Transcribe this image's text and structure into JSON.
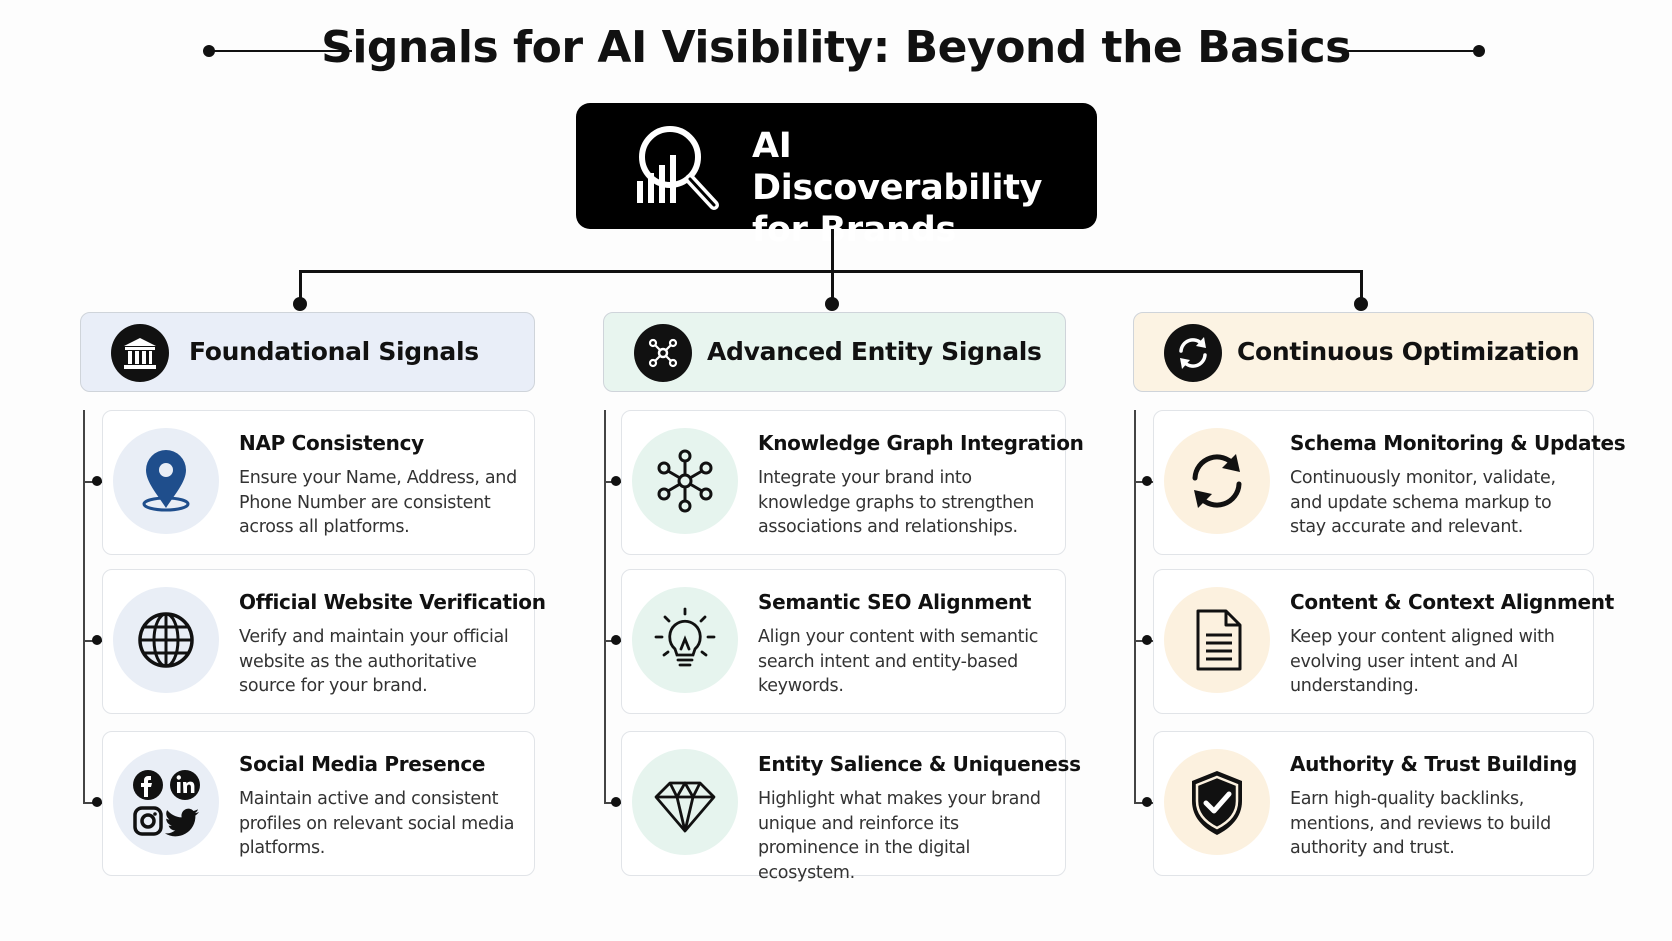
{
  "title": "Signals for AI Visibility: Beyond the Basics",
  "center": {
    "line1": "AI Discoverability",
    "line2": "for Brands",
    "icon": "analytics-search-icon"
  },
  "columns": [
    {
      "title": "Foundational Signals",
      "icon": "bank-icon",
      "accent": "#e8eef8",
      "circle": "#e9eef6",
      "cards": [
        {
          "title": "NAP Consistency",
          "desc": "Ensure your Name, Address, and Phone Number are consistent across all platforms.",
          "icon": "location-pin-icon"
        },
        {
          "title": "Official Website Verification",
          "desc": "Verify and maintain your official website as the authoritative source for your brand.",
          "icon": "globe-icon"
        },
        {
          "title": "Social Media Presence",
          "desc": "Maintain active and consistent profiles on relevant social media platforms.",
          "icon": "social-media-icons"
        }
      ]
    },
    {
      "title": "Advanced Entity Signals",
      "icon": "network-icon",
      "accent": "#e8f5ef",
      "circle": "#e6f4ee",
      "cards": [
        {
          "title": "Knowledge Graph Integration",
          "desc": "Integrate your brand into knowledge graphs to strengthen associations and relationships.",
          "icon": "knowledge-graph-icon"
        },
        {
          "title": "Semantic SEO Alignment",
          "desc": "Align your content with semantic search intent and entity-based keywords.",
          "icon": "lightbulb-icon"
        },
        {
          "title": "Entity Salience & Uniqueness",
          "desc": "Highlight what makes your brand unique and reinforce its prominence in the digital ecosystem.",
          "icon": "diamond-icon"
        }
      ]
    },
    {
      "title": "Continuous Optimization",
      "icon": "refresh-icon",
      "accent": "#fcf3e3",
      "circle": "#fcf1df",
      "cards": [
        {
          "title": "Schema Monitoring & Updates",
          "desc": "Continuously monitor, validate, and update schema markup to stay accurate and relevant.",
          "icon": "sync-icon"
        },
        {
          "title": "Content & Context Alignment",
          "desc": "Keep your content aligned with evolving user intent and AI understanding.",
          "icon": "document-icon"
        },
        {
          "title": "Authority & Trust Building",
          "desc": "Earn high-quality backlinks, mentions, and reviews to build authority and trust.",
          "icon": "shield-check-icon"
        }
      ]
    }
  ],
  "colors": {
    "ink": "#111111",
    "blue": "#1f4e8c"
  }
}
